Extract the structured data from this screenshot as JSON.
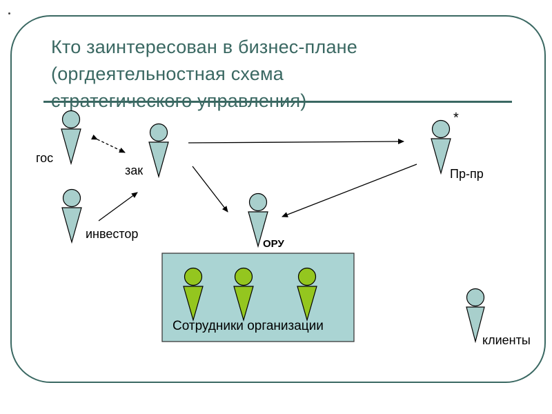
{
  "slide": {
    "title": {
      "line1": "Кто заинтересован в бизнес-плане",
      "line2": "(оргдеятельностная схема",
      "line3": "стратегического управления)"
    },
    "labels": {
      "gos": "гос",
      "zak": "зак",
      "investor": "инвестор",
      "oru": "ОРУ",
      "prpr": "Пр-пр",
      "prpr_note": "*",
      "clients": "клиенты",
      "employees_box": "Сотрудники организации"
    },
    "colors": {
      "title": "#3A6862",
      "border": "#3A6862",
      "figure_teal": "#A8CFCC",
      "figure_green": "#94C61F",
      "box_fill": "#AAD4D3",
      "arrow": "#000000"
    }
  }
}
